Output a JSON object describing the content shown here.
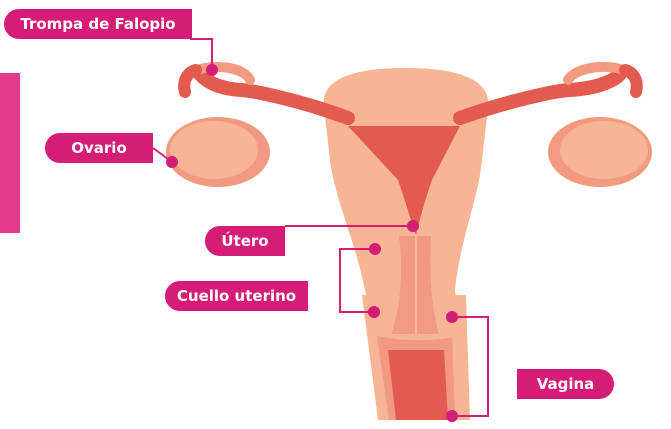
{
  "labels": {
    "trompa": "Trompa de Falopio",
    "ovario": "Ovario",
    "utero": "Útero",
    "cuello": "Cuello uterino",
    "vagina": "Vagina"
  },
  "colors": {
    "accent": "#d51d78",
    "side_bar": "#e23a8c",
    "tissue_light": "#f7b594",
    "tissue_mid": "#f29a7f",
    "tissue_dark": "#e35a4e",
    "line": "#d51d78"
  }
}
